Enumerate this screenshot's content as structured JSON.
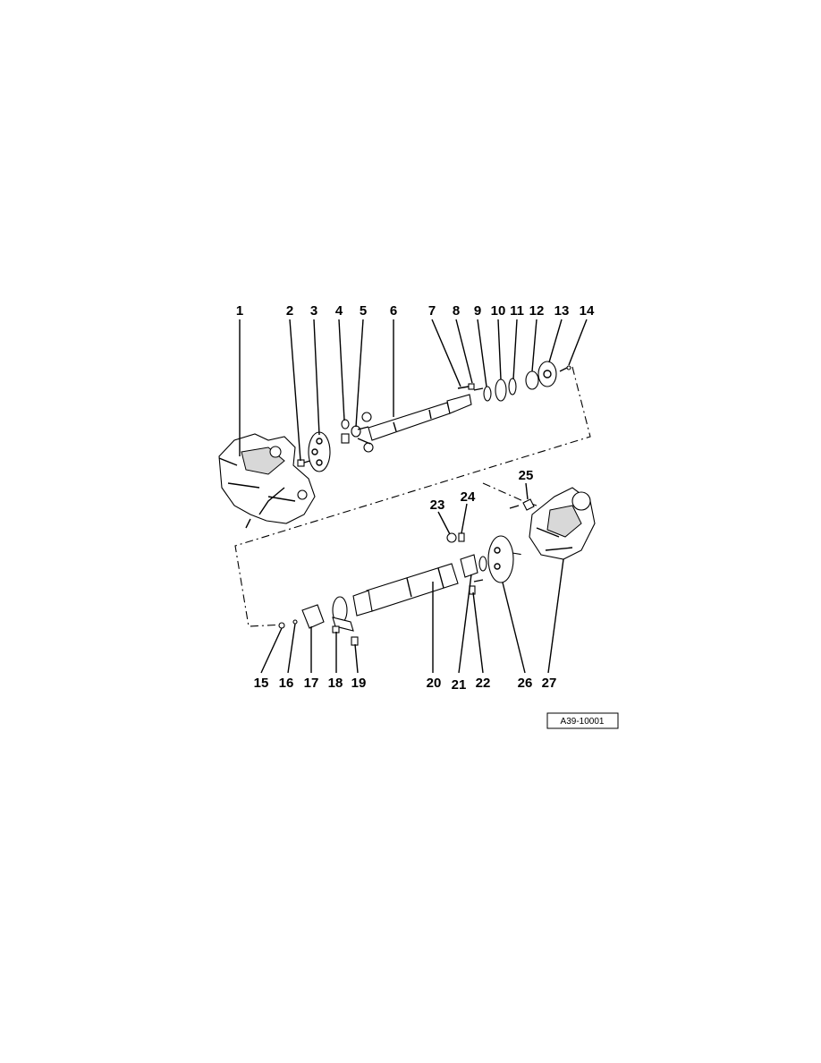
{
  "diagram": {
    "callouts_top": [
      "1",
      "2",
      "3",
      "4",
      "5",
      "6",
      "7",
      "8",
      "9",
      "10",
      "11",
      "12",
      "13",
      "14"
    ],
    "callouts_mid": [
      "23",
      "24",
      "25"
    ],
    "callouts_bottom": [
      "15",
      "16",
      "17",
      "18",
      "19",
      "20",
      "21",
      "22",
      "26",
      "27"
    ],
    "reference_code": "A39-10001"
  }
}
